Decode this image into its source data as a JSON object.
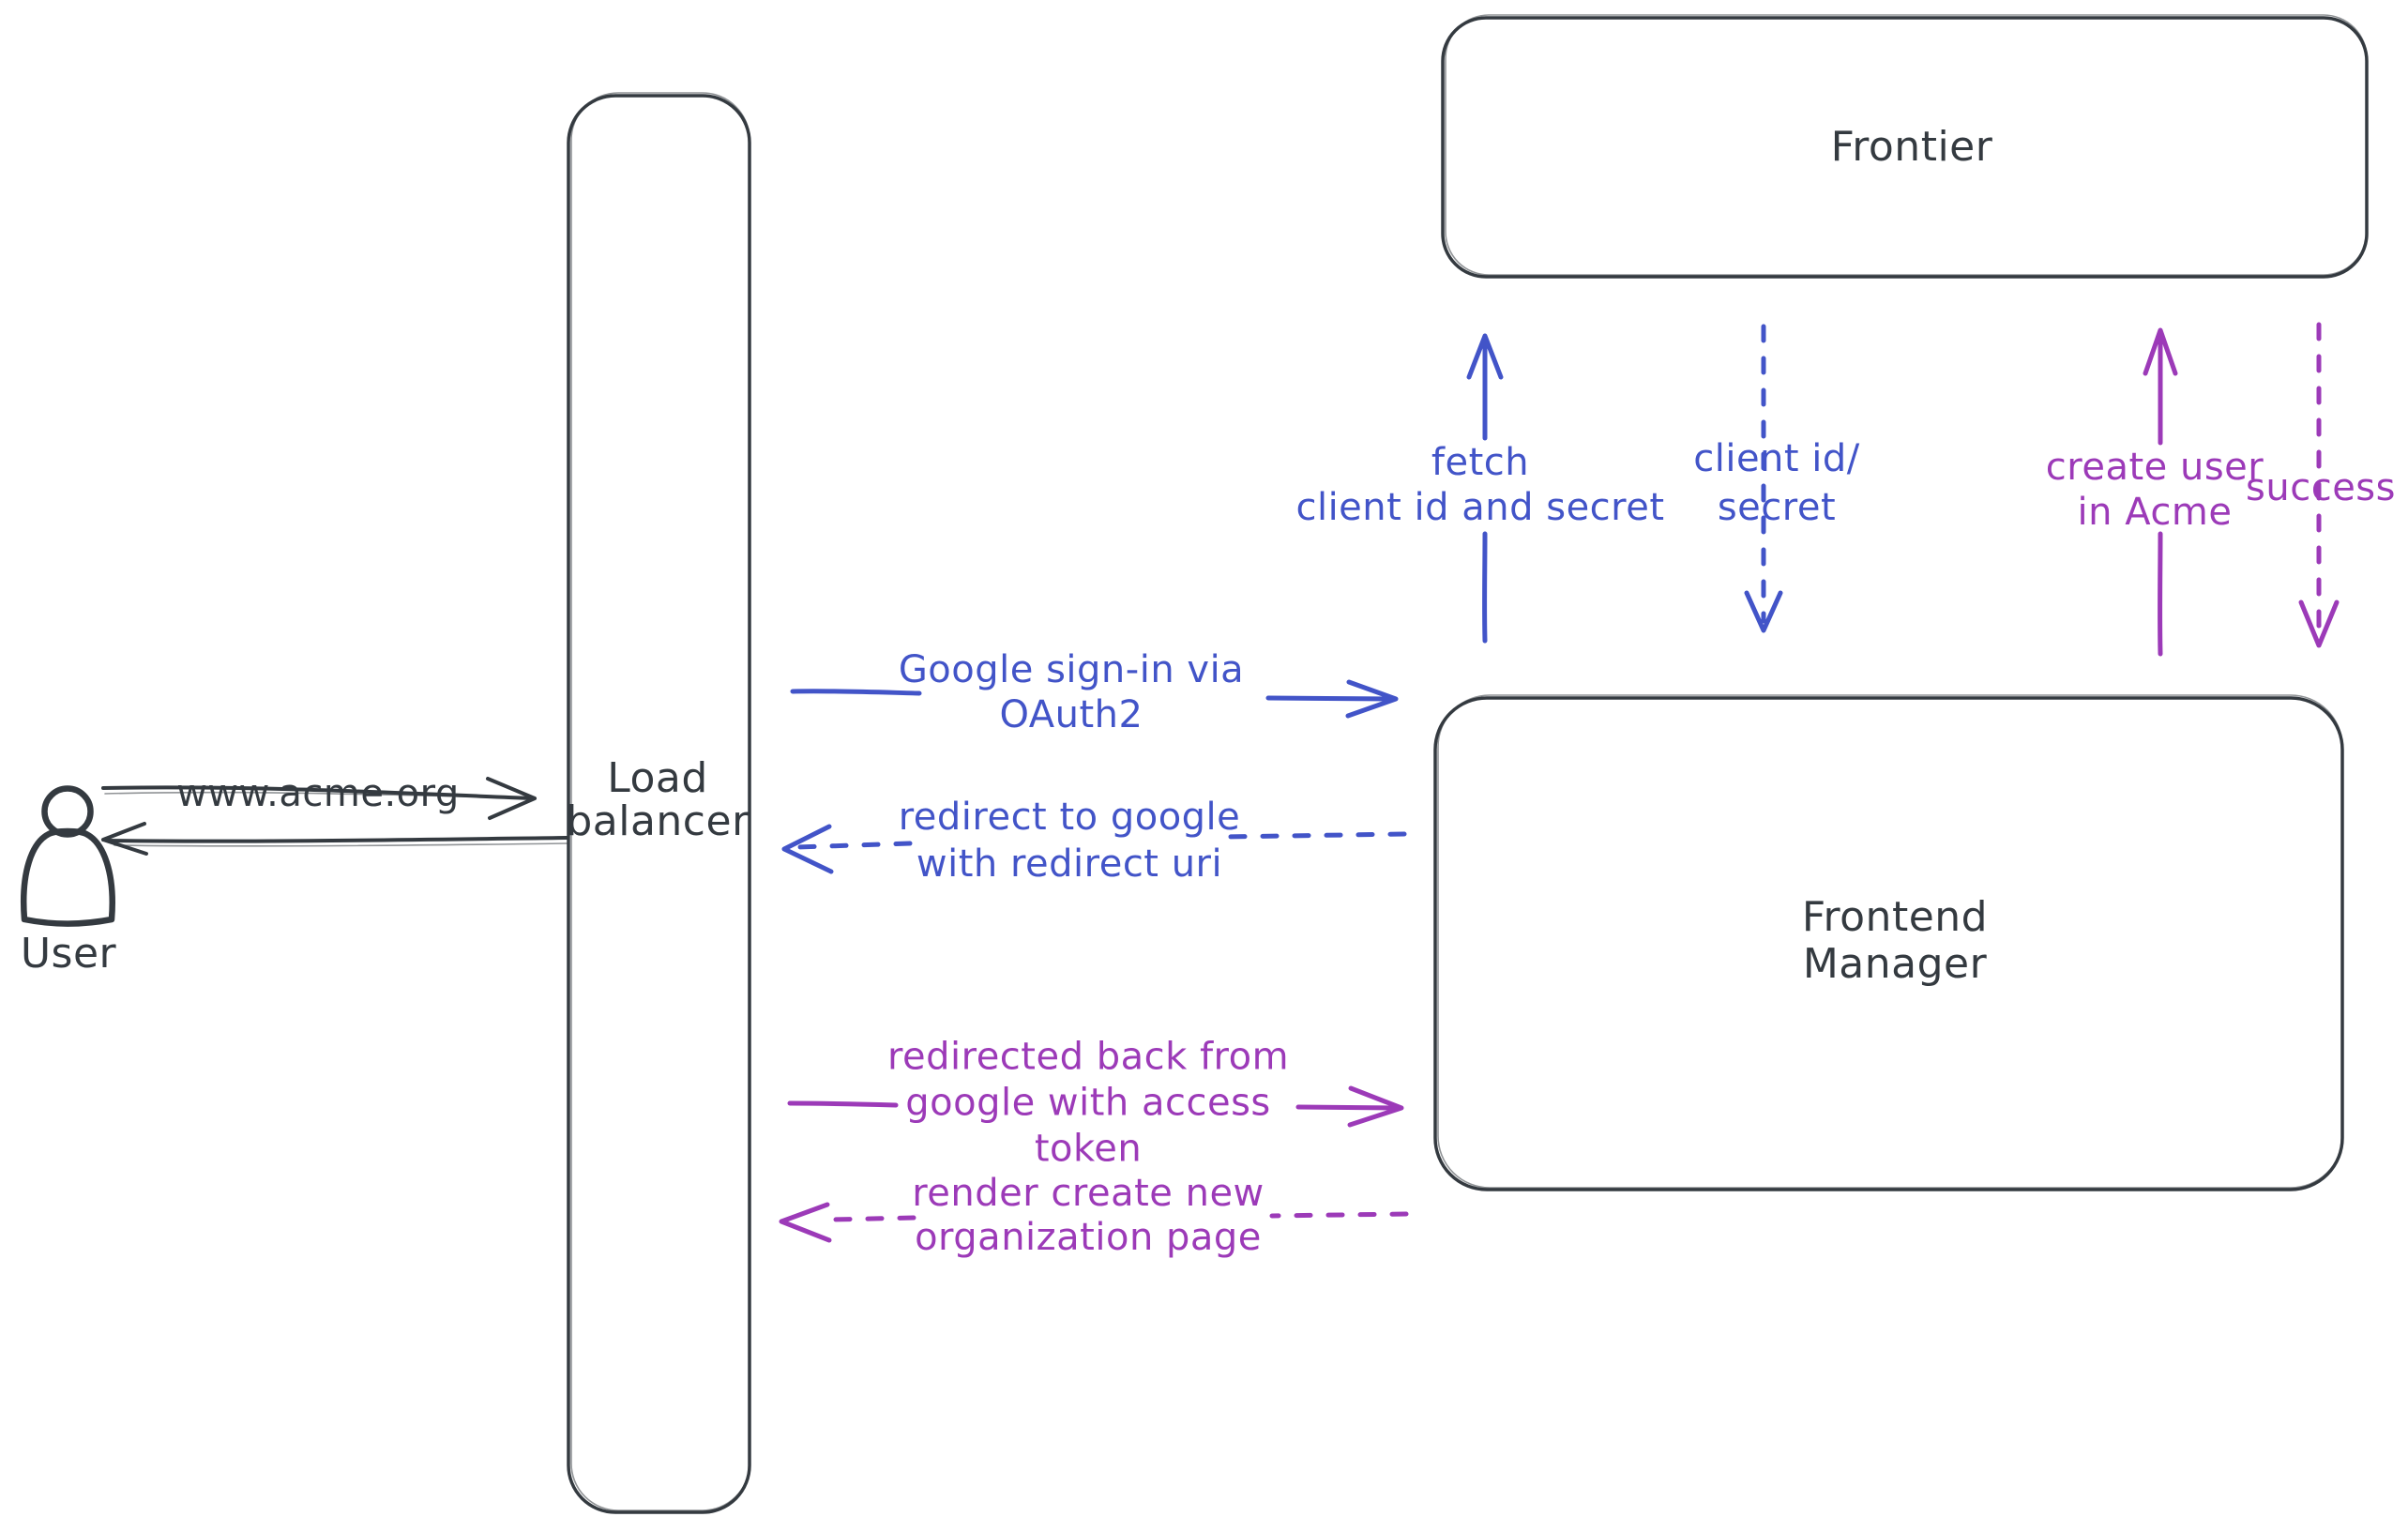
{
  "colors": {
    "ink": "#343a40",
    "blue": "#4254c8",
    "purple": "#9c3ab8",
    "hatch": "#ccd6e0",
    "background": "#ffffff"
  },
  "nodes": {
    "user": {
      "label": "User"
    },
    "load_balancer": {
      "label": "Load\nbalancer"
    },
    "frontier": {
      "label": "Frontier"
    },
    "frontend_manager": {
      "label": "Frontend\nManager"
    }
  },
  "edges": {
    "www_acme": {
      "label": "www.acme.org",
      "style": "solid",
      "color": "ink",
      "direction": "right"
    },
    "lb_response": {
      "label": "",
      "style": "solid",
      "color": "ink",
      "direction": "left"
    },
    "google_signin": {
      "label": "Google sign-in via\nOAuth2",
      "style": "solid",
      "color": "blue",
      "direction": "right"
    },
    "redirect_google": {
      "label": "redirect to google\nwith redirect uri",
      "style": "dashed",
      "color": "blue",
      "direction": "left"
    },
    "redirected_back": {
      "label": "redirected back from\ngoogle with access\ntoken",
      "style": "solid",
      "color": "purple",
      "direction": "right"
    },
    "render_create_org": {
      "label": "render create new\norganization page",
      "style": "dashed",
      "color": "purple",
      "direction": "left"
    },
    "fetch_client": {
      "label": "fetch\nclient id and secret",
      "style": "solid",
      "color": "blue",
      "direction": "up"
    },
    "client_id_secret": {
      "label": "client id/\nsecret",
      "style": "dashed",
      "color": "blue",
      "direction": "down"
    },
    "create_user": {
      "label": "create user\nin Acme",
      "style": "solid",
      "color": "purple",
      "direction": "up"
    },
    "success": {
      "label": "success",
      "style": "dashed",
      "color": "purple",
      "direction": "down"
    }
  }
}
